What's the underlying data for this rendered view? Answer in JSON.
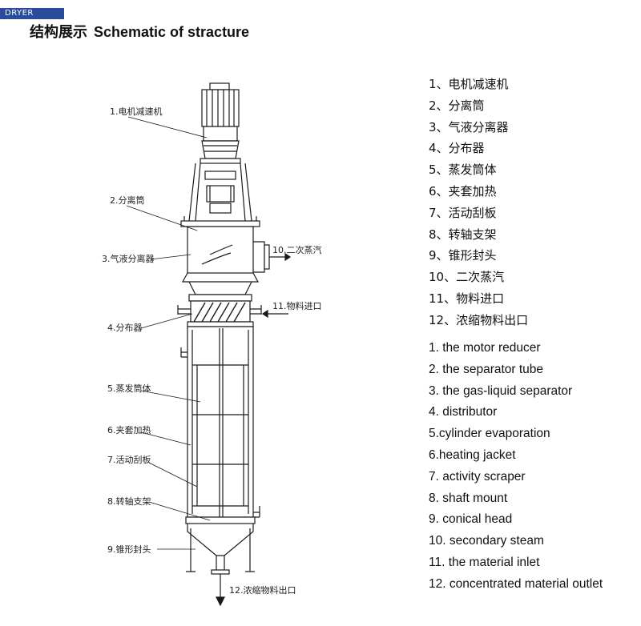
{
  "header": {
    "badge": "DRYER",
    "title_cn": "结构展示",
    "title_en": "Schematic of stracture"
  },
  "callouts": [
    "1.电机减速机",
    "2.分离筒",
    "3.气液分离器",
    "4.分布器",
    "5.蒸发筒体",
    "6.夹套加热",
    "7.活动刮板",
    "8.转轴支架",
    "9.锥形封头",
    "10.二次蒸汽",
    "11.物料进口",
    "12.浓缩物料出口"
  ],
  "legend_cn": [
    "1、电机减速机",
    "2、分离筒",
    "3、气液分离器",
    "4、分布器",
    "5、蒸发筒体",
    "6、夹套加热",
    "7、活动刮板",
    "8、转轴支架",
    "9、锥形封头",
    "10、二次蒸汽",
    "11、物料进口",
    "12、浓缩物料出口"
  ],
  "legend_en": [
    "1. the motor reducer",
    "2. the separator tube",
    "3. the gas-liquid separator",
    "4. distributor",
    "5.cylinder evaporation",
    "6.heating jacket",
    "7. activity scraper",
    "8. shaft mount",
    "9. conical head",
    "10. secondary steam",
    "11. the material inlet",
    "12. concentrated material outlet"
  ]
}
